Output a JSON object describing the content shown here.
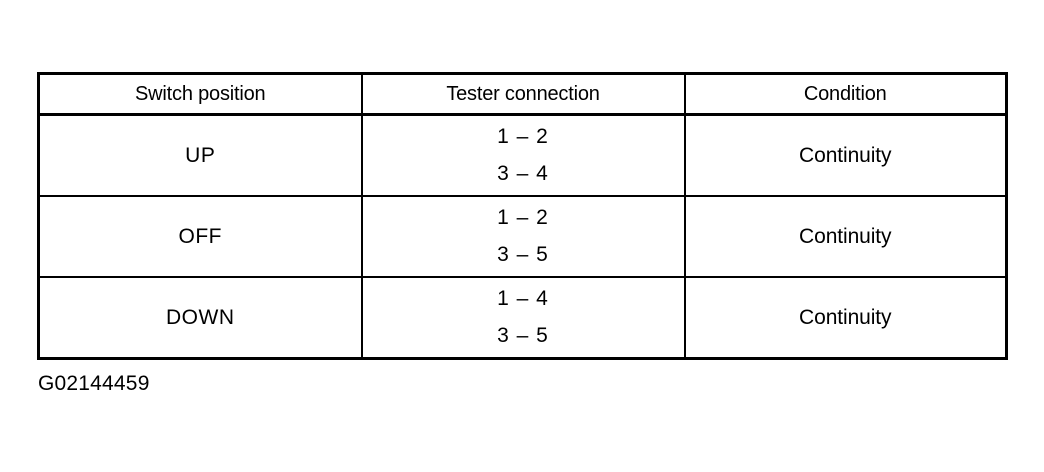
{
  "figure": {
    "caption": "G02144459",
    "background_color": "#ffffff",
    "line_color": "#000000"
  },
  "table": {
    "columns": [
      {
        "key": "switch_position",
        "header": "Switch position"
      },
      {
        "key": "tester_connection",
        "header": "Tester connection"
      },
      {
        "key": "condition",
        "header": "Condition"
      }
    ],
    "rows": [
      {
        "switch_position": "UP",
        "tester_connection": [
          "1 – 2",
          "3 – 4"
        ],
        "condition": "Continuity"
      },
      {
        "switch_position": "OFF",
        "tester_connection": [
          "1 – 2",
          "3 – 5"
        ],
        "condition": "Continuity"
      },
      {
        "switch_position": "DOWN",
        "tester_connection": [
          "1 – 4",
          "3 – 5"
        ],
        "condition": "Continuity"
      }
    ]
  }
}
